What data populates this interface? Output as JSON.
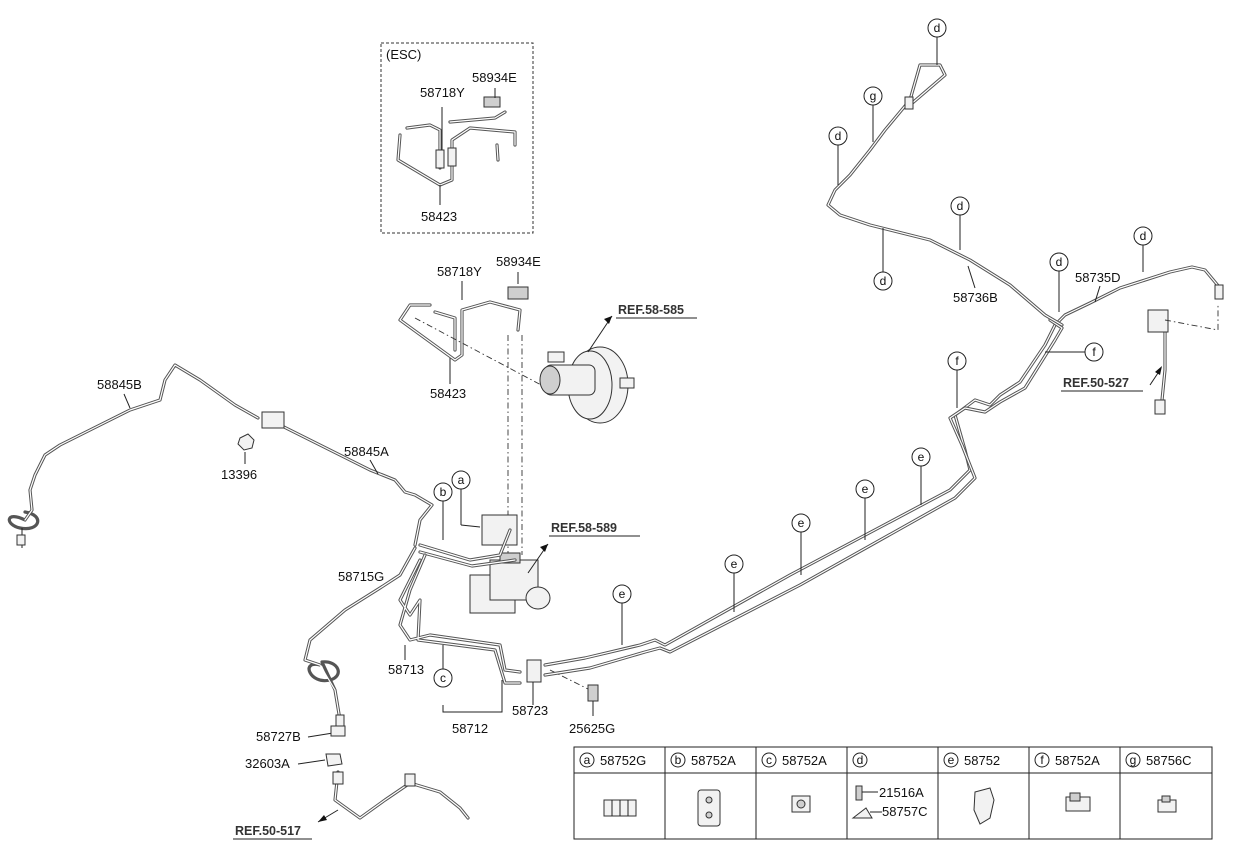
{
  "esc_inset": {
    "title": "(ESC)",
    "labels": {
      "connector": "58934E",
      "hose": "58718Y",
      "tube": "58423"
    }
  },
  "labels": {
    "brake_tube_upper": "58718Y",
    "connector_upper": "58934E",
    "tube_upper": "58423",
    "ref_booster": "REF.58-585",
    "ref_abs": "REF.58-589",
    "line_58845B": "58845B",
    "line_58845A": "58845A",
    "nut_13396": "13396",
    "line_58715G": "58715G",
    "line_58713": "58713",
    "line_58712": "58712",
    "bracket_58723": "58723",
    "bolt_25625G": "25625G",
    "clip_58727B": "58727B",
    "clip_32603A": "32603A",
    "ref_rear_left": "REF.50-517",
    "ref_rear_right": "REF.50-527",
    "line_58736B": "58736B",
    "line_58735D": "58735D"
  },
  "callouts": {
    "a": "a",
    "b": "b",
    "c": "c",
    "d": "d",
    "e": "e",
    "f": "f",
    "g": "g"
  },
  "legend": [
    {
      "letter": "a",
      "part": "58752G"
    },
    {
      "letter": "b",
      "part": "58752A"
    },
    {
      "letter": "c",
      "part": "58752A"
    },
    {
      "letter": "d",
      "part": "",
      "sub_parts": [
        "21516A",
        "58757C"
      ]
    },
    {
      "letter": "e",
      "part": "58752"
    },
    {
      "letter": "f",
      "part": "58752A"
    },
    {
      "letter": "g",
      "part": "58756C"
    }
  ]
}
